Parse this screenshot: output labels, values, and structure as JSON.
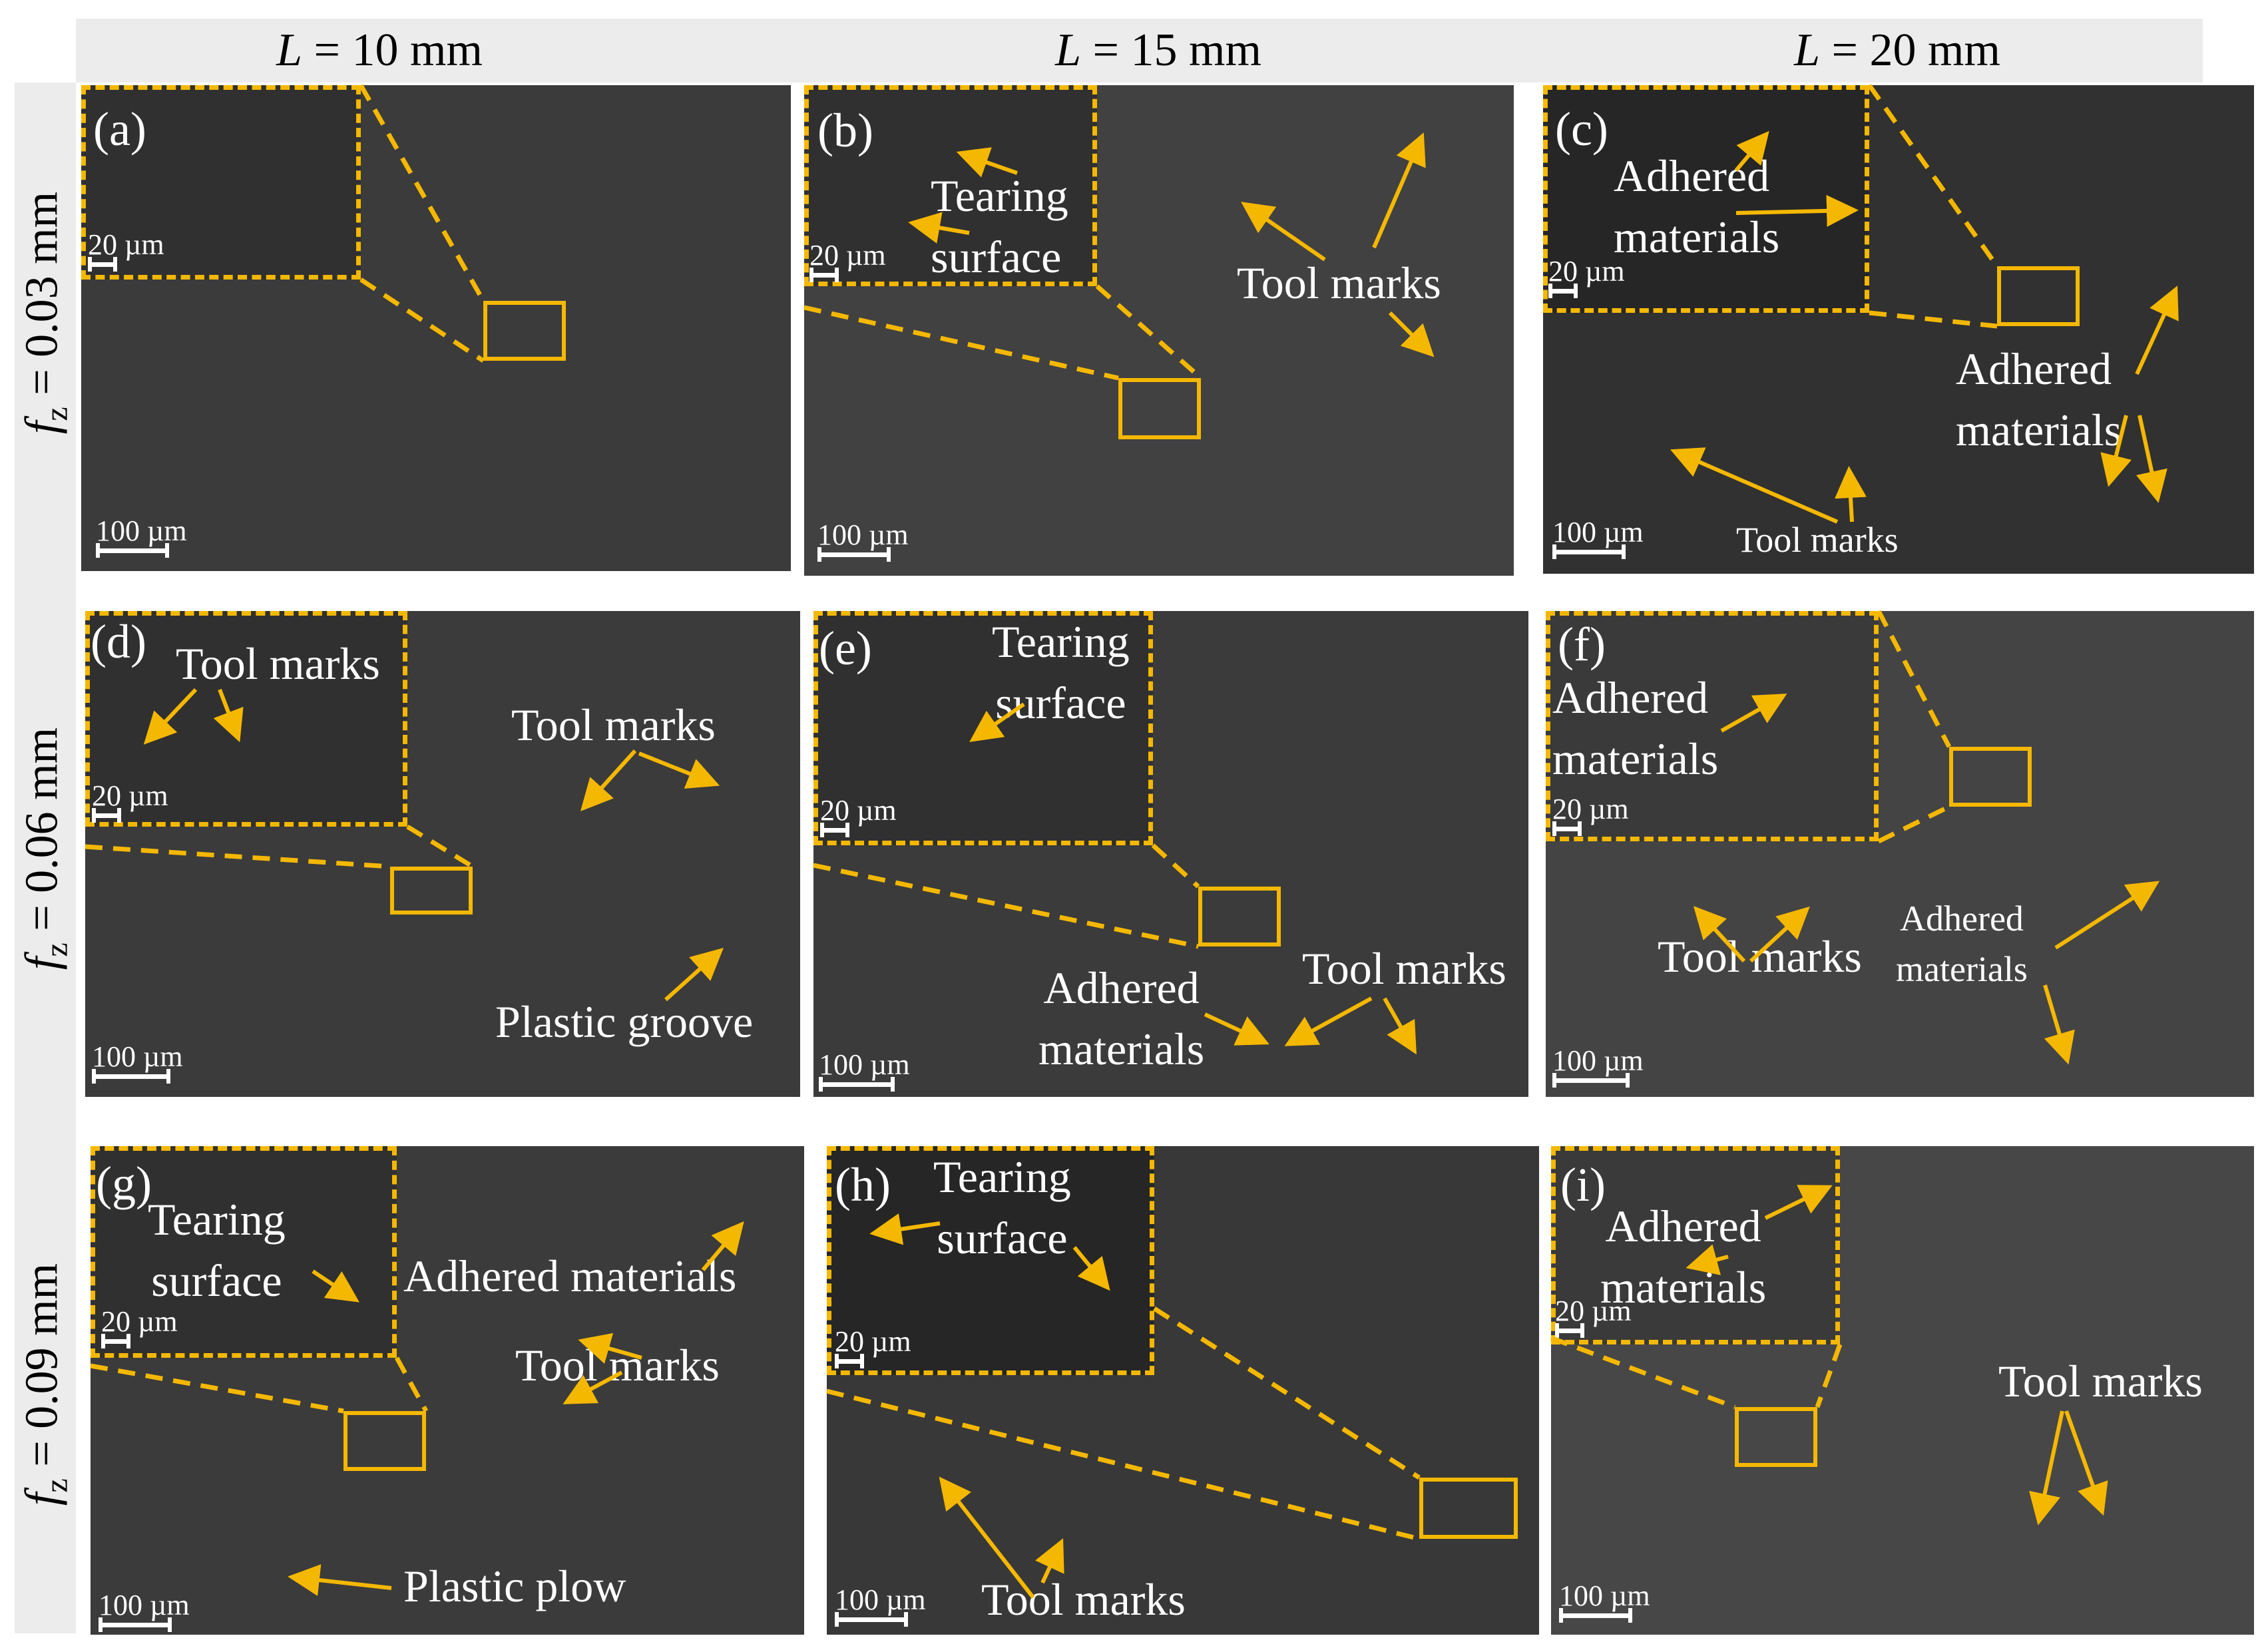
{
  "columns": [
    "L = 10 mm",
    "L = 15 mm",
    "L = 20 mm"
  ],
  "col_parts": [
    {
      "var": "L",
      "rest": " = 10 mm"
    },
    {
      "var": "L",
      "rest": " = 15 mm"
    },
    {
      "var": "L",
      "rest": " = 20 mm"
    }
  ],
  "rows": [
    {
      "var": "f",
      "sub": "z",
      "rest": " = 0.03 mm"
    },
    {
      "var": "f",
      "sub": "z",
      "rest": " = 0.06 mm"
    },
    {
      "var": "f",
      "sub": "z",
      "rest": " = 0.09 mm"
    }
  ],
  "panels": [
    {
      "tag": "(a)",
      "inset_scale": "20 µm",
      "main_scale": "100 µm",
      "annotations": []
    },
    {
      "tag": "(b)",
      "inset_scale": "20 µm",
      "main_scale": "100 µm",
      "annotations": [
        "Tearing\nsurface",
        "Tool marks"
      ]
    },
    {
      "tag": "(c)",
      "inset_scale": "20 µm",
      "main_scale": "100 µm",
      "annotations": [
        "Adhered\nmaterials",
        "Adhered\nmaterials",
        "Tool marks"
      ]
    },
    {
      "tag": "(d)",
      "inset_scale": "20 µm",
      "main_scale": "100 µm",
      "annotations": [
        "Tool marks",
        "Tool marks",
        "Plastic groove"
      ]
    },
    {
      "tag": "(e)",
      "inset_scale": "20 µm",
      "main_scale": "100 µm",
      "annotations": [
        "Tearing\nsurface",
        "Adhered\nmaterials",
        "Tool marks"
      ]
    },
    {
      "tag": "(f)",
      "inset_scale": "20 µm",
      "main_scale": "100 µm",
      "annotations": [
        "Adhered\nmaterials",
        "Tool marks",
        "Adhered\nmaterials"
      ]
    },
    {
      "tag": "(g)",
      "inset_scale": "20 µm",
      "main_scale": "100 µm",
      "annotations": [
        "Tearing\nsurface",
        "Adhered materials",
        "Tool marks",
        "Plastic plow"
      ]
    },
    {
      "tag": "(h)",
      "inset_scale": "20 µm",
      "main_scale": "100 µm",
      "annotations": [
        "Tearing\nsurface",
        "Tool marks"
      ]
    },
    {
      "tag": "(i)",
      "inset_scale": "20 µm",
      "main_scale": "100 µm",
      "annotations": [
        "Adhered\nmaterials",
        "Tool marks"
      ]
    }
  ],
  "colors": {
    "annotation": "#f5b800",
    "text": "#ffffff",
    "sem_background": "#3b3b3b",
    "header_band": "#ececec"
  }
}
